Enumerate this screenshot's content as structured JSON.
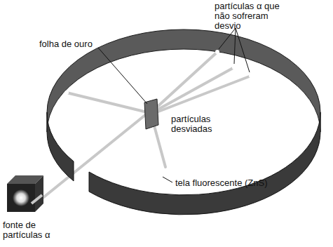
{
  "diagram": {
    "labels": [
      "partículas α que não sofreram desvio",
      "folha de ouro",
      "partículas desviadas",
      "tela fluorescente (ZnS)",
      "fonte de partículas α"
    ]
  }
}
